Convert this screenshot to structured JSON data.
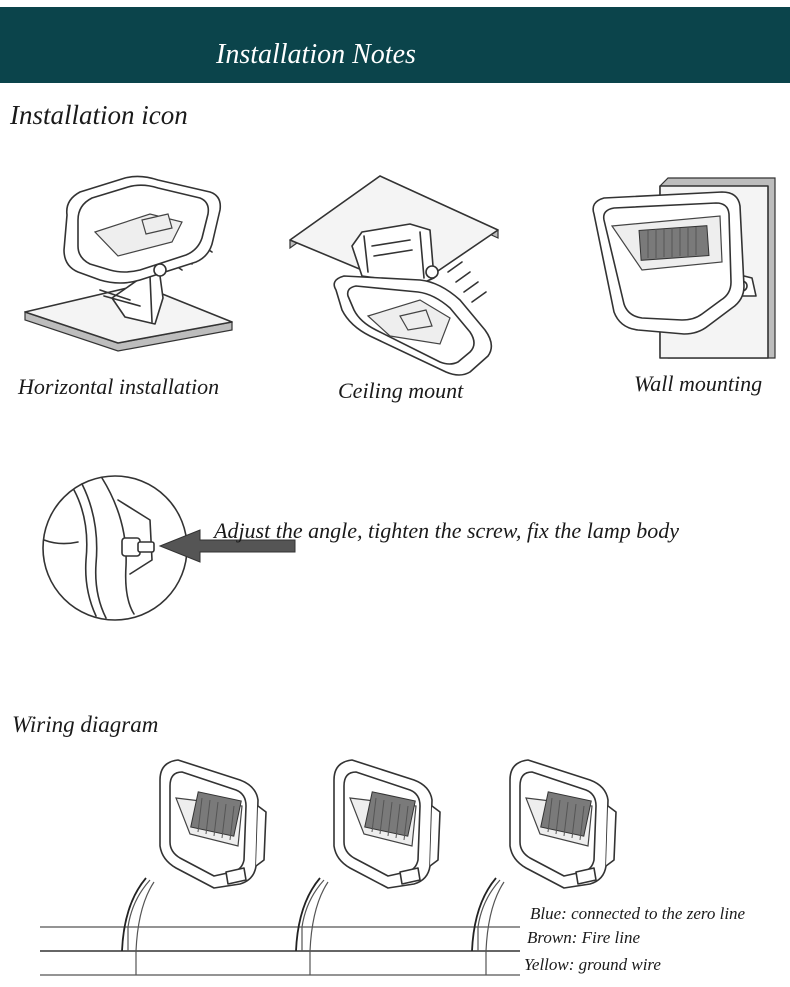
{
  "header": {
    "title": "Installation Notes"
  },
  "installation": {
    "heading": "Installation icon",
    "captions": {
      "horizontal": "Horizontal installation",
      "ceiling": "Ceiling mount",
      "wall": "Wall mounting"
    },
    "adjust_note": "Adjust the angle, tighten the screw, fix the lamp body"
  },
  "wiring": {
    "heading": "Wiring diagram",
    "labels": {
      "blue": "Blue: connected to the zero line",
      "brown": "Brown: Fire line",
      "yellow": "Yellow: ground wire"
    }
  }
}
